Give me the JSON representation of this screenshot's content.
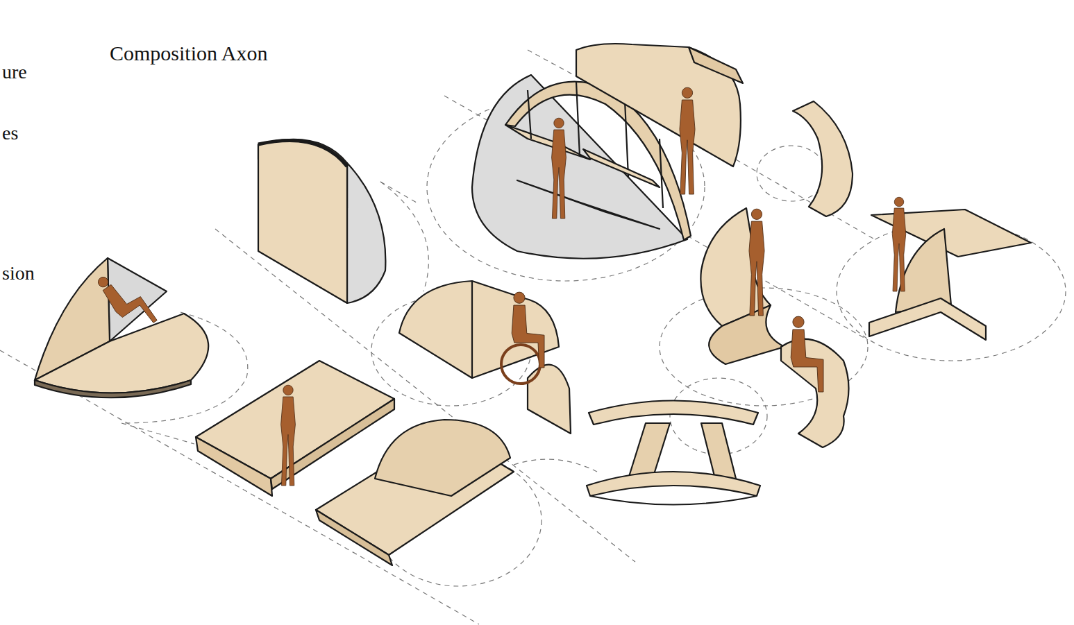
{
  "diagram": {
    "title": "Composition Axon",
    "labels": [
      "ure",
      "es",
      "sion"
    ]
  }
}
